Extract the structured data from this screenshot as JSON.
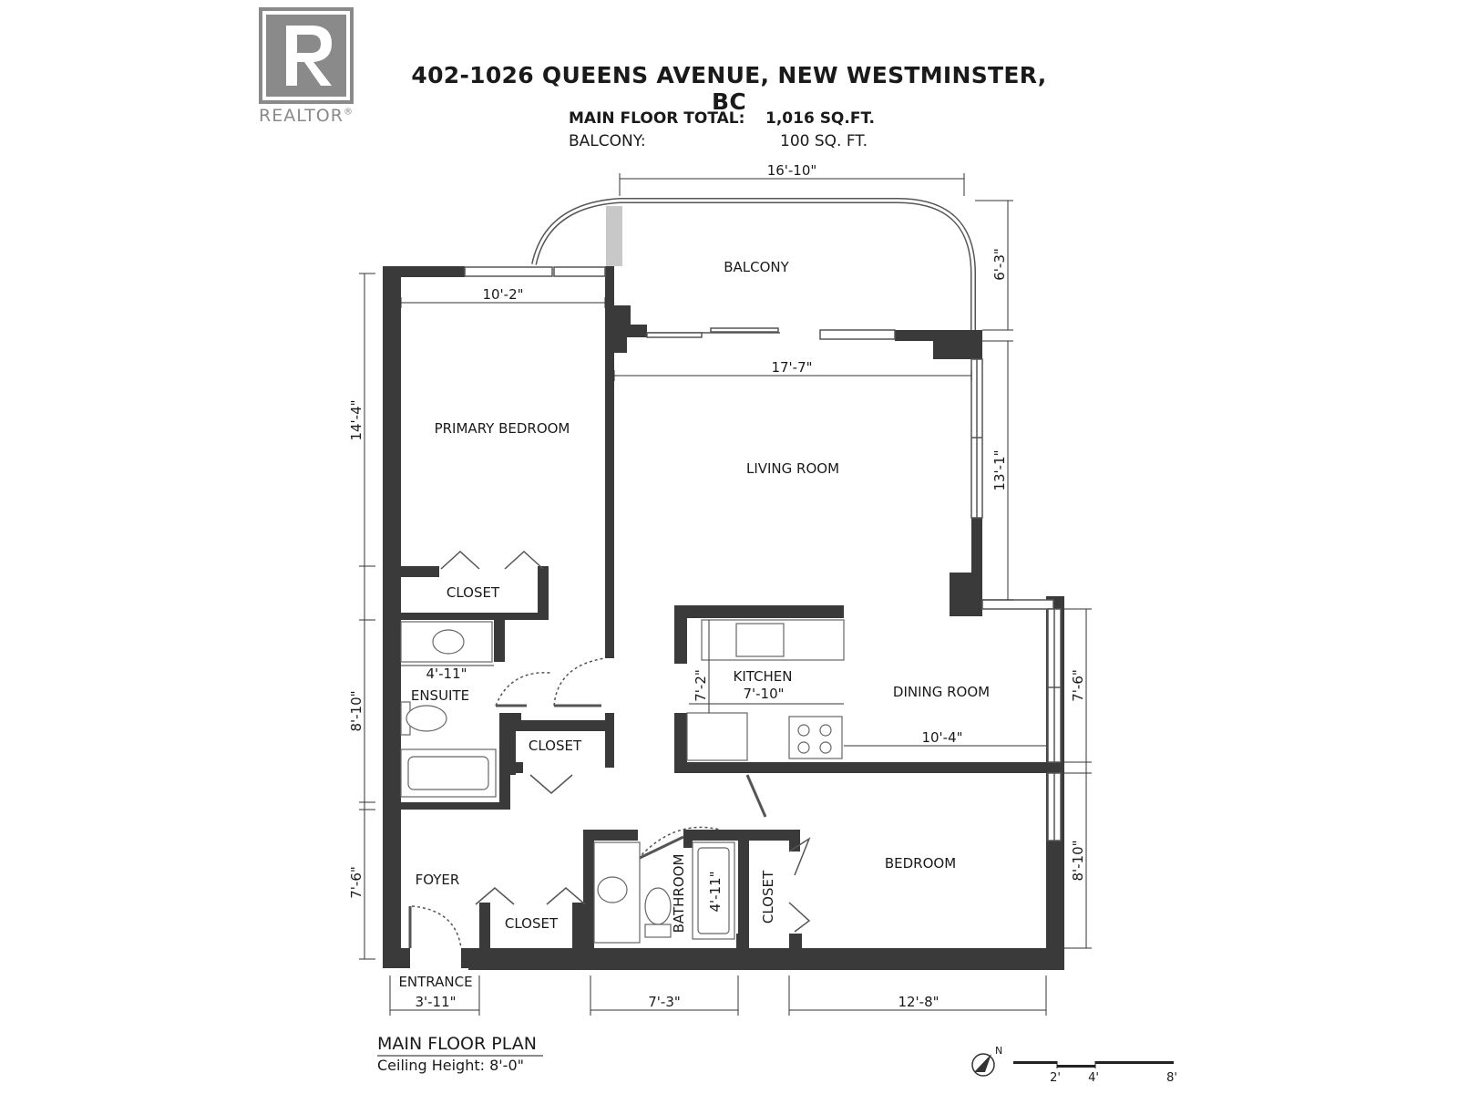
{
  "header": {
    "logo_word": "REALTOR",
    "logo_reg": "®",
    "title": "402-1026 QUEENS AVENUE, NEW WESTMINSTER, BC",
    "main_floor_label": "MAIN FLOOR TOTAL:",
    "main_floor_value": "1,016 SQ.FT.",
    "balcony_label": "BALCONY:",
    "balcony_value": "100 SQ. FT."
  },
  "rooms": {
    "balcony": "BALCONY",
    "primary_bedroom": "PRIMARY BEDROOM",
    "living_room": "LIVING ROOM",
    "closet_primary": "CLOSET",
    "ensuite": "ENSUITE",
    "closet_hall": "CLOSET",
    "kitchen": "KITCHEN",
    "dining_room": "DINING ROOM",
    "foyer": "FOYER",
    "closet_foyer": "CLOSET",
    "bathroom": "BATHROOM",
    "closet_bedroom": "CLOSET",
    "bedroom": "BEDROOM",
    "entrance": "ENTRANCE"
  },
  "dimensions": {
    "balcony_width": "16'-10\"",
    "balcony_depth": "6'-3\"",
    "primary_width": "10'-2\"",
    "primary_length": "14'-4\"",
    "living_width": "17'-7\"",
    "living_length": "13'-1\"",
    "ensuite_width": "4'-11\"",
    "ensuite_length": "8'-10\"",
    "kitchen_depth": "7'-2\"",
    "kitchen_width": "7'-10\"",
    "dining_width": "10'-4\"",
    "dining_length": "7'-6\"",
    "foyer_length": "7'-6\"",
    "bath_width": "4'-11\"",
    "bedroom_length": "8'-10\"",
    "entrance_width": "3'-11\"",
    "bath_block_width": "7'-3\"",
    "bedroom_width": "12'-8\""
  },
  "footer": {
    "plan_title": "MAIN FLOOR PLAN",
    "ceiling": "Ceiling Height: 8'-0\""
  },
  "north": "N",
  "scale_labels": [
    "2'",
    "4'",
    "8'"
  ],
  "colors": {
    "wall": "#3a3a3a",
    "text": "#1a1a1a",
    "logo": "#8a8a8a",
    "grey_post": "#c8c8c8"
  }
}
